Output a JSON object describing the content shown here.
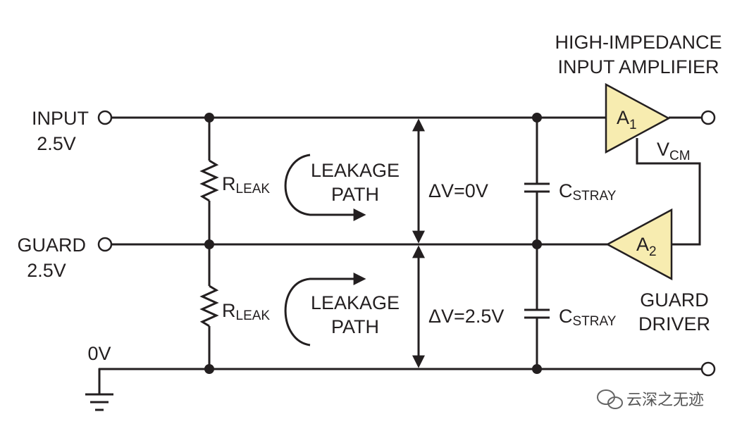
{
  "colors": {
    "line": "#231f20",
    "amplifier_fill": "#f7ecb0",
    "background": "#ffffff"
  },
  "amplifier_caption": {
    "line1": "HIGH-IMPEDANCE",
    "line2": "INPUT AMPLIFIER"
  },
  "guard_caption": {
    "line1": "GUARD",
    "line2": "DRIVER"
  },
  "nodes": {
    "input": {
      "name": "INPUT",
      "voltage": "2.5V"
    },
    "guard": {
      "name": "GUARD",
      "voltage": "2.5V"
    },
    "ground": {
      "name": "0V"
    }
  },
  "resistors": [
    {
      "main": "R",
      "sub": "LEAK"
    },
    {
      "main": "R",
      "sub": "LEAK"
    }
  ],
  "leakage": [
    {
      "line1": "LEAKAGE",
      "line2": "PATH"
    },
    {
      "line1": "LEAKAGE",
      "line2": "PATH"
    }
  ],
  "delta_v": [
    {
      "label": "ΔV=0V"
    },
    {
      "label": "ΔV=2.5V"
    }
  ],
  "capacitors": [
    {
      "main": "C",
      "sub": "STRAY"
    },
    {
      "main": "C",
      "sub": "STRAY"
    }
  ],
  "amplifiers": {
    "a1": {
      "main": "A",
      "sub": "1"
    },
    "a2": {
      "main": "A",
      "sub": "2"
    }
  },
  "vcm": {
    "main": "V",
    "sub": "CM"
  },
  "watermark": {
    "text": "云深之无迹",
    "icon": "wechat-icon"
  }
}
